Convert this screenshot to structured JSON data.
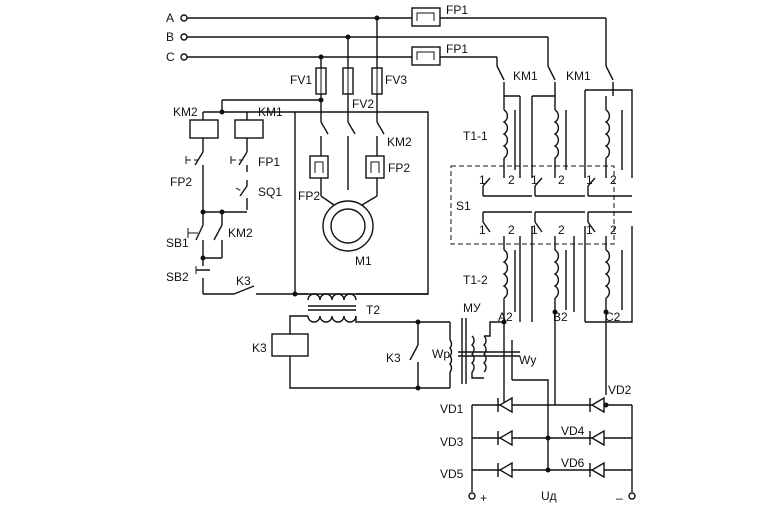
{
  "labels": {
    "phase_a": "A",
    "phase_b": "B",
    "phase_c": "C",
    "fp1_top": "FP1",
    "fp1_mid": "FP1",
    "fv1": "FV1",
    "fv2": "FV2",
    "fv3": "FV3",
    "km1_a": "KM1",
    "km1_b": "KM1",
    "km2_coil": "KM2",
    "km1_coil": "KM1",
    "km2_contacts": "KM2",
    "fp1_contact": "FP1",
    "fp2_contact": "FP2",
    "sq1": "SQ1",
    "sb1": "SB1",
    "km2_aux": "KM2",
    "sb2": "SB2",
    "k3_contact": "K3",
    "fp2_left": "FP2",
    "fp2_right": "FP2",
    "m1": "M1",
    "t1_1": "T1-1",
    "s1": "S1",
    "t1_2": "T1-2",
    "a2": "A2",
    "b2": "B2",
    "c2": "C2",
    "t2": "T2",
    "mu": "МУ",
    "k3_coil": "K3",
    "k3_cont2": "K3",
    "wp": "Wр",
    "wy": "Wу",
    "vd1": "VD1",
    "vd2": "VD2",
    "vd3": "VD3",
    "vd4": "VD4",
    "vd5": "VD5",
    "vd6": "VD6",
    "plus": "+",
    "minus": "–",
    "ud": "Uд",
    "sw1": "1",
    "sw2": "2",
    "sw3": "1",
    "sw4": "2",
    "sw5": "1",
    "sw6": "2",
    "sw7": "1",
    "sw8": "2",
    "sw9": "1",
    "sw10": "2",
    "sw11": "1",
    "sw12": "2"
  }
}
